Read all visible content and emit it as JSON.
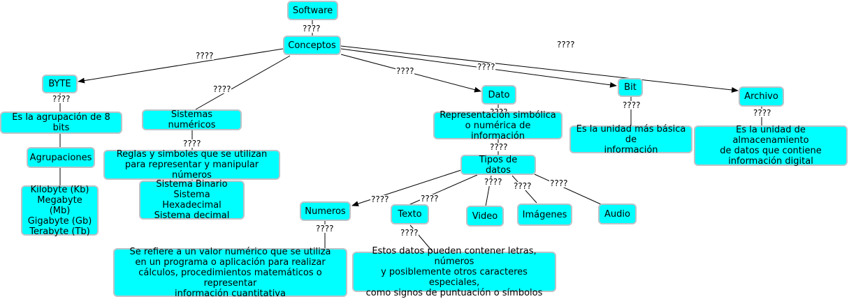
{
  "colors": {
    "node_fill": "#00ffff",
    "node_border": "#b9c3c8",
    "line": "#000000",
    "background": "#ffffff"
  },
  "nodes": {
    "software": "Software",
    "conceptos": "Conceptos",
    "byte": "BYTE",
    "byte_def": "Es la agrupación de 8 bits",
    "agrupaciones": "Agrupaciones",
    "unidades": "Kilobyte (Kb)\nMegabyte (Mb)\nGigabyte (Gb)\nTerabyte (Tb)",
    "sistemas": "Sistemas numéricos",
    "sistemas_def": "Reglas y simboles que se utilizan\npara representar y manipular números",
    "sistemas_list": "Sistema Binario\nSistema Hexadecimal\nSistema decimal",
    "dato": "Dato",
    "dato_def": "Representación simbólica\no numérica de información",
    "tipos": "Tipos de datos",
    "numeros": "Numeros",
    "numeros_def": "Se refiere a un valor numérico que se utiliza\nen un programa o aplicación para realizar\ncálculos, procedimientos matemáticos o representar\ninformación cuantitativa",
    "texto": "Texto",
    "texto_def": "Estos datos pueden contener letras, números\ny posiblemente otros caracteres especiales,\ncomo signos de puntuación o símbolos",
    "video": "Video",
    "imagenes": "Imágenes",
    "audio": "Audio",
    "bit": "Bit",
    "bit_def": "Es la unidad más básica de\ninformación",
    "archivo": "Archivo",
    "archivo_def": "Es la unidad de almacenamiento\nde datos que contiene\ninformación digital"
  },
  "link_label": "????"
}
